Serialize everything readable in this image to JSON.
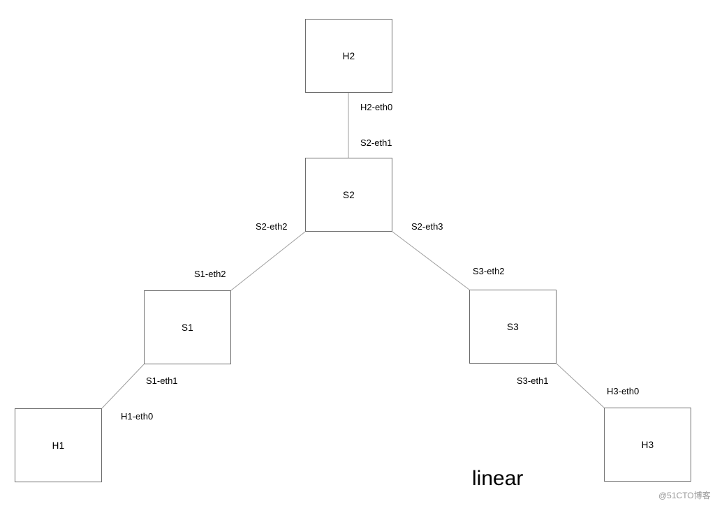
{
  "diagram": {
    "type": "network-topology",
    "caption": "linear",
    "watermark": "@51CTO博客",
    "nodes": [
      {
        "id": "H2",
        "label": "H2",
        "kind": "host"
      },
      {
        "id": "S2",
        "label": "S2",
        "kind": "switch"
      },
      {
        "id": "S1",
        "label": "S1",
        "kind": "switch"
      },
      {
        "id": "S3",
        "label": "S3",
        "kind": "switch"
      },
      {
        "id": "H1",
        "label": "H1",
        "kind": "host"
      },
      {
        "id": "H3",
        "label": "H3",
        "kind": "host"
      }
    ],
    "edge_labels": [
      {
        "id": "h2-eth0",
        "text": "H2-eth0"
      },
      {
        "id": "s2-eth1",
        "text": "S2-eth1"
      },
      {
        "id": "s2-eth2",
        "text": "S2-eth2"
      },
      {
        "id": "s2-eth3",
        "text": "S2-eth3"
      },
      {
        "id": "s1-eth2",
        "text": "S1-eth2"
      },
      {
        "id": "s3-eth2",
        "text": "S3-eth2"
      },
      {
        "id": "s1-eth1",
        "text": "S1-eth1"
      },
      {
        "id": "s3-eth1",
        "text": "S3-eth1"
      },
      {
        "id": "h1-eth0",
        "text": "H1-eth0"
      },
      {
        "id": "h3-eth0",
        "text": "H3-eth0"
      }
    ],
    "connections": [
      {
        "from": "H2",
        "from_interface": "H2-eth0",
        "to": "S2",
        "to_interface": "S2-eth1"
      },
      {
        "from": "S2",
        "from_interface": "S2-eth2",
        "to": "S1",
        "to_interface": "S1-eth2"
      },
      {
        "from": "S2",
        "from_interface": "S2-eth3",
        "to": "S3",
        "to_interface": "S3-eth2"
      },
      {
        "from": "S1",
        "from_interface": "S1-eth1",
        "to": "H1",
        "to_interface": "H1-eth0"
      },
      {
        "from": "S3",
        "from_interface": "S3-eth1",
        "to": "H3",
        "to_interface": "H3-eth0"
      }
    ],
    "colors": {
      "background": "#ffffff",
      "node_border": "#6e6e6e",
      "link_line": "#9e9e9e",
      "label_text": "#000000",
      "watermark_text": "#999999"
    }
  }
}
